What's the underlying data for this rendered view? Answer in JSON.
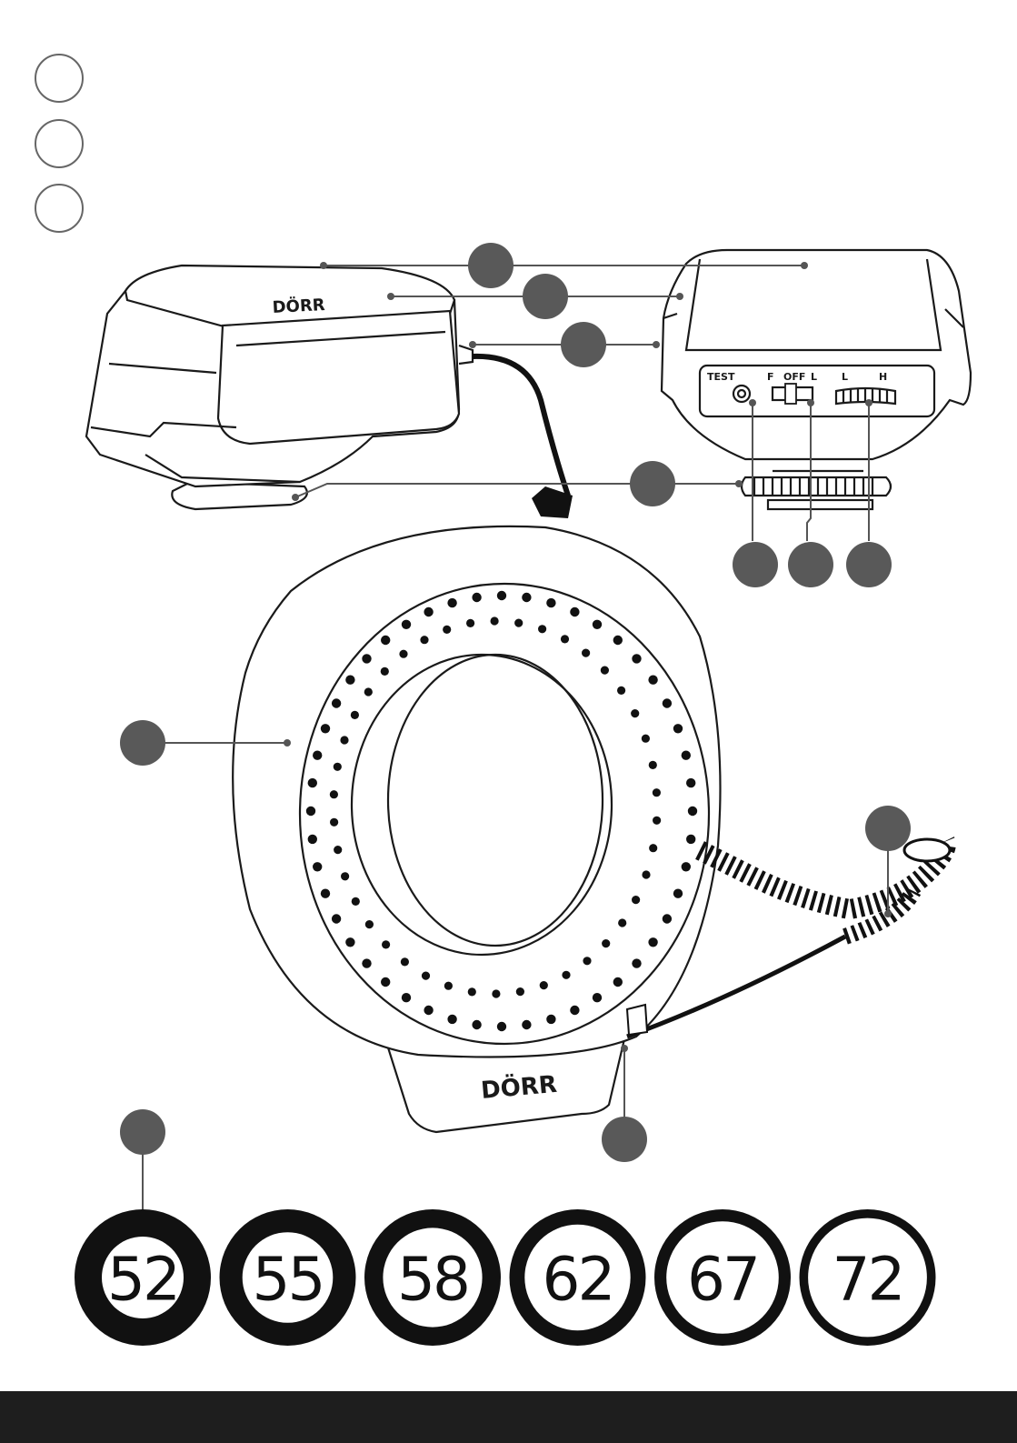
{
  "brand": {
    "flash_unit": "DÖRR",
    "ring_light": "DÖRR"
  },
  "controls": {
    "test": "TEST",
    "mode_f": "F",
    "mode_off": "OFF",
    "mode_l": "L",
    "power_low": "L",
    "power_high": "H"
  },
  "adapter_sizes": [
    "52",
    "55",
    "58",
    "62",
    "67",
    "72"
  ],
  "adapter_ring_thickness": [
    1.0,
    0.8,
    0.6,
    0.45,
    0.3,
    0.15
  ],
  "colors": {
    "callout": "#595959",
    "line": "#1a1a1a",
    "footer": "#1e1e1e"
  }
}
